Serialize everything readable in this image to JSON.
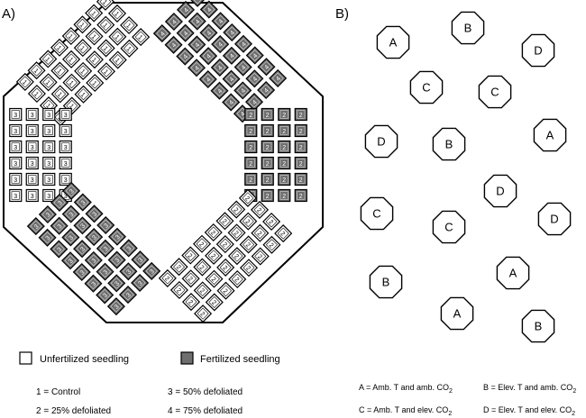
{
  "panels": {
    "a_label": "A)",
    "b_label": "B)"
  },
  "colors": {
    "unfertilized_fill": "#ffffff",
    "fertilized_fill": "#6e6e6e",
    "outline": "#000000"
  },
  "panel_a": {
    "quadrants": [
      {
        "position": "top-left",
        "fertilized": false,
        "digits": "1"
      },
      {
        "position": "top-right",
        "fertilized": true,
        "digits": "4"
      },
      {
        "position": "left",
        "fertilized": false,
        "digits": "3"
      },
      {
        "position": "right",
        "fertilized": true,
        "digits": "2"
      },
      {
        "position": "bottom-left",
        "fertilized": true,
        "digits": "3"
      },
      {
        "position": "bottom-right",
        "fertilized": false,
        "digits": "2"
      }
    ]
  },
  "panel_b": {
    "chambers": [
      "A",
      "B",
      "D",
      "C",
      "C",
      "D",
      "B",
      "A",
      "D",
      "C",
      "C",
      "D",
      "B",
      "A",
      "A",
      "B"
    ]
  },
  "legend": {
    "unfertilized": "Unfertilized seedling",
    "fertilized": "Fertilized seedling",
    "codes": [
      "1 = Control",
      "2 = 25% defoliated",
      "3 = 50% defoliated",
      "4 = 75% defoliated"
    ]
  },
  "treatments": [
    {
      "code": "A",
      "temp": "A = Amb. T and amb. CO",
      "sub": "2"
    },
    {
      "code": "B",
      "temp": "B = Elev. T and amb. CO",
      "sub": "2"
    },
    {
      "code": "C",
      "temp": "C = Amb. T and elev. CO",
      "sub": "2"
    },
    {
      "code": "D",
      "temp": "D = Elev. T and elev. CO",
      "sub": "2"
    }
  ]
}
